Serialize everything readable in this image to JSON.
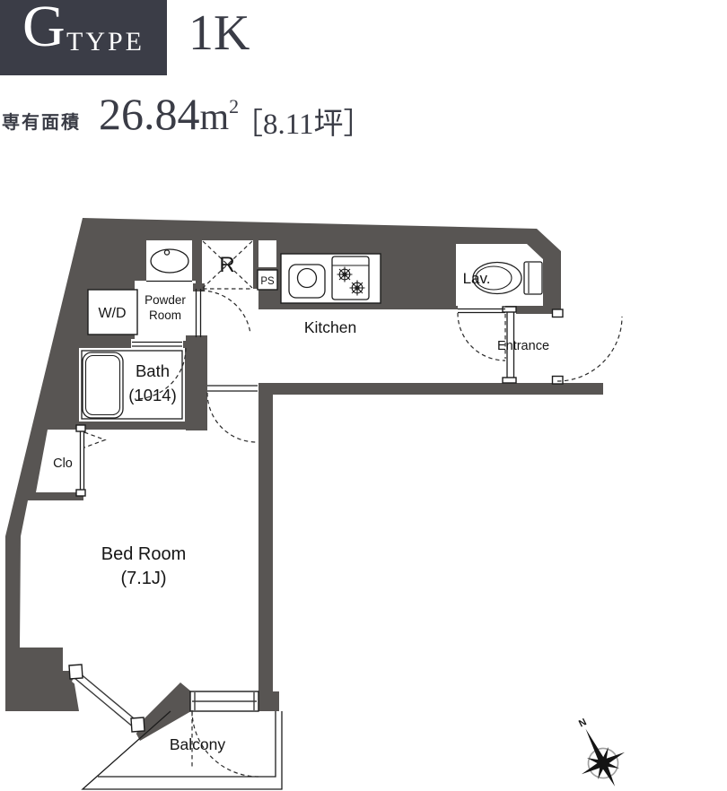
{
  "colors": {
    "wall": "#585553",
    "line": "#1d1d1d",
    "header": "#3b3d47",
    "accent": "#3a3c46"
  },
  "header": {
    "plan_letter": "G",
    "plan_word": "TYPE",
    "layout_type": "1K",
    "area_label": "専有面積",
    "area_value": "26.84",
    "area_unit": "m",
    "area_exponent": "2",
    "tsubo": "［8.11坪］"
  },
  "plan": {
    "labels": {
      "powder_line1": "Powder",
      "powder_line2": "Room",
      "wd": "W/D",
      "refrigerator": "R",
      "pipe_space": "PS",
      "kitchen": "Kitchen",
      "lavatory": "Lav.",
      "entrance": "Entrance",
      "bath": "Bath",
      "bath_size": "(1014)",
      "clo": "Clo",
      "bedroom": "Bed Room",
      "bedroom_size": "(7.1J)",
      "balcony": "Balcony",
      "compass_north": "N"
    }
  }
}
